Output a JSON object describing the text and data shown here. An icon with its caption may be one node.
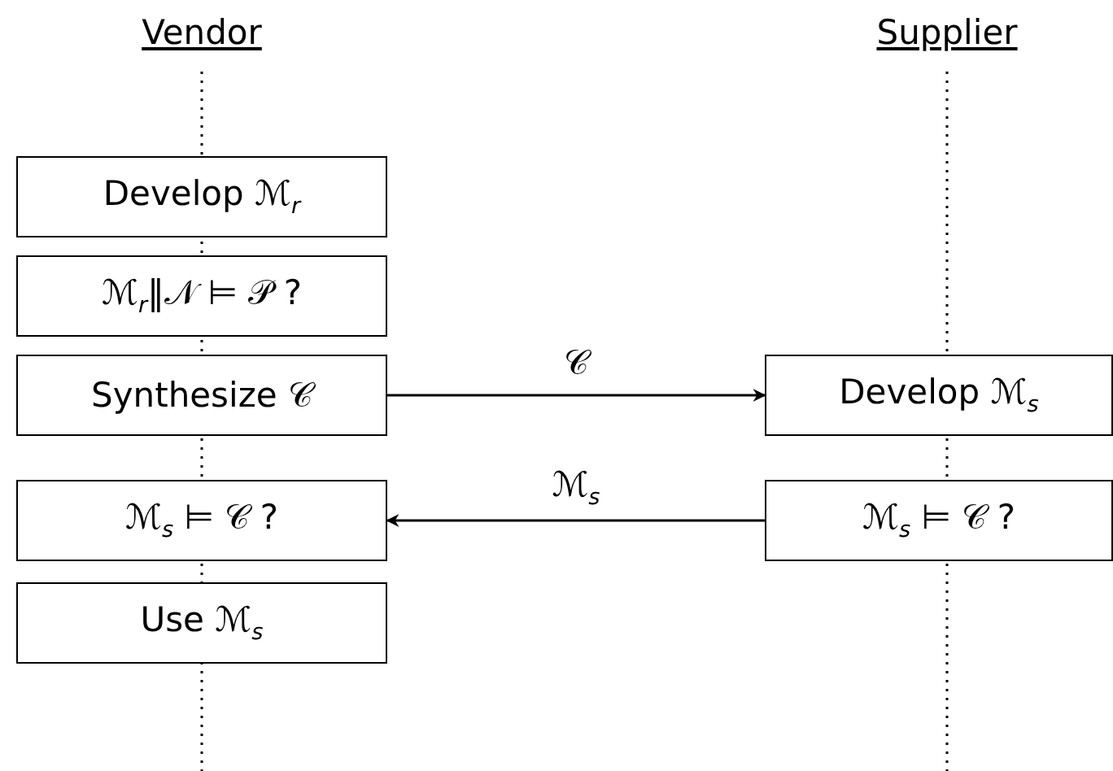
{
  "diagram": {
    "nodes": [
      {
        "text": [
          "Develop ℳ$_{r}$"
        ]
      },
      {
        "text": [
          "ℳ$_{r}$‖𝒩 ⊨ 𝒫 ?"
        ]
      },
      {
        "text": [
          "Synthesize 𝒞"
        ]
      },
      {
        "text": [
          "ℳ$_{s}$ ⊨ 𝒞 ?"
        ]
      },
      {
        "text": [
          "Use ℳ$_{s}$"
        ]
      },
      {
        "text": [
          "Develop ℳ$_{s}$"
        ]
      },
      {
        "text": [
          "ℳ$_{s}$ ⊨ 𝒞 ?"
        ]
      }
    ],
    "edges": [
      {
        "from": 2,
        "to": 5,
        "arrow": "to",
        "label": "𝒞"
      },
      {
        "from": 6,
        "to": 3,
        "arrow": "to",
        "label": "ℳ$_{s}$"
      }
    ],
    "labels": [
      "Vendor",
      "Supplier"
    ]
  }
}
